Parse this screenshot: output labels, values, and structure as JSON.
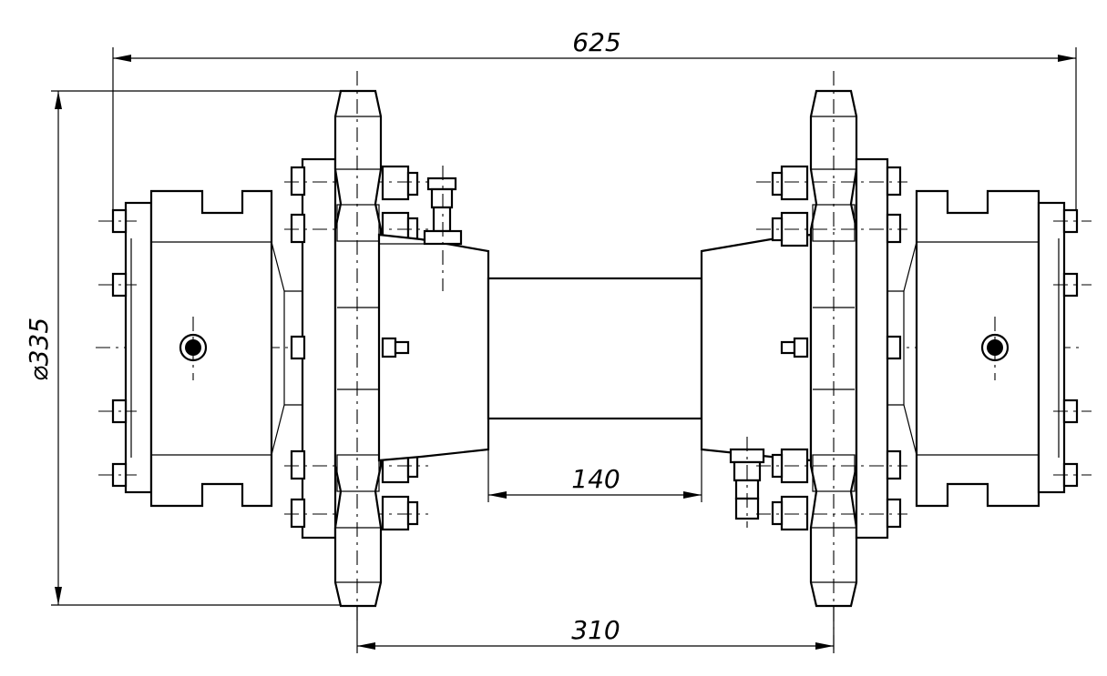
{
  "drawing": {
    "dimensions": {
      "overall_length": "625",
      "diameter": "⌀335",
      "shaft_length": "140",
      "sprocket_spacing": "310"
    },
    "colors": {
      "line": "#000000",
      "background": "#ffffff"
    }
  }
}
